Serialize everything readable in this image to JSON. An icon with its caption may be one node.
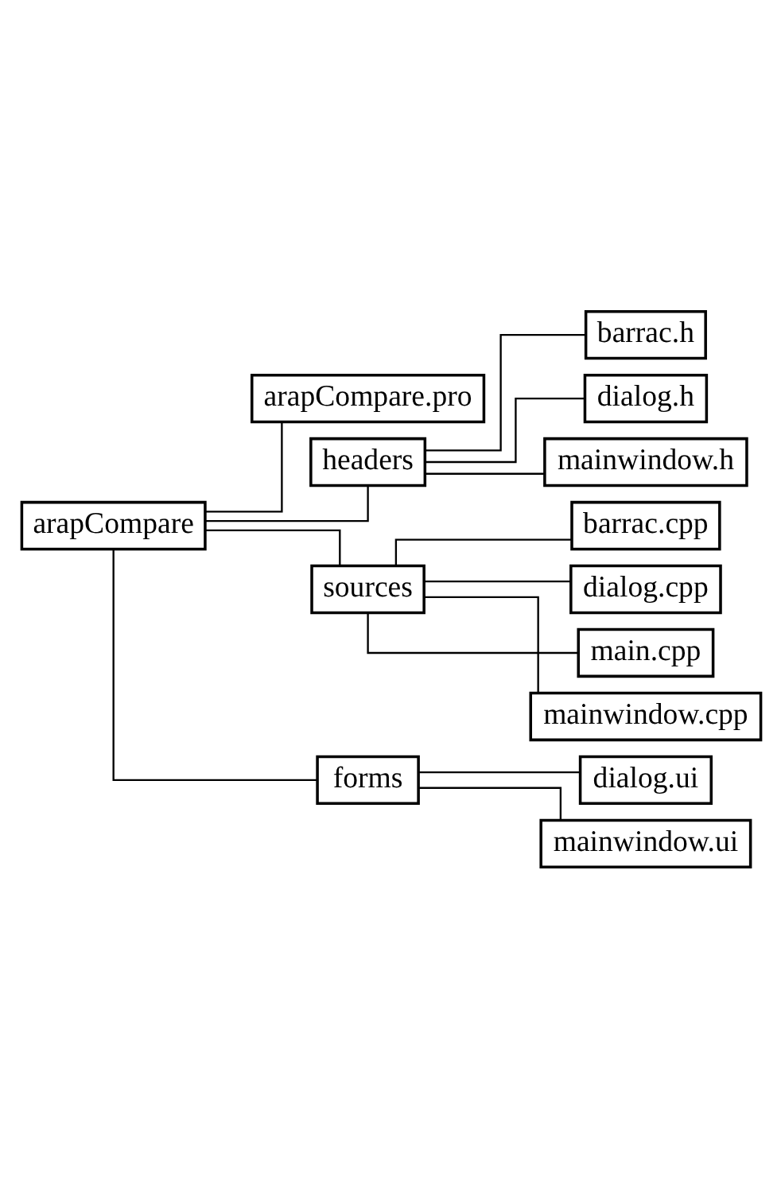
{
  "diagram": {
    "nodes": [
      {
        "text": [
          "arapCompare"
        ]
      },
      {
        "text": [
          "arapCompare.pro"
        ]
      },
      {
        "text": [
          "headers"
        ]
      },
      {
        "text": [
          "barrac.h"
        ]
      },
      {
        "text": [
          "dialog.h"
        ]
      },
      {
        "text": [
          "mainwindow.h"
        ]
      },
      {
        "text": [
          "sources"
        ]
      },
      {
        "text": [
          "barrac.cpp"
        ]
      },
      {
        "text": [
          "dialog.cpp"
        ]
      },
      {
        "text": [
          "main.cpp"
        ]
      },
      {
        "text": [
          "mainwindow.cpp"
        ]
      },
      {
        "text": [
          "forms"
        ]
      },
      {
        "text": [
          "dialog.ui"
        ]
      },
      {
        "text": [
          "mainwindow.ui"
        ]
      }
    ],
    "edges": [
      {
        "from": 0,
        "to": 1,
        "arrow": "none"
      },
      {
        "from": 0,
        "to": 2,
        "arrow": "none"
      },
      {
        "from": 2,
        "to": 3,
        "arrow": "none"
      },
      {
        "from": 2,
        "to": 4,
        "arrow": "none"
      },
      {
        "from": 2,
        "to": 5,
        "arrow": "none"
      },
      {
        "from": 0,
        "to": 6,
        "arrow": "none"
      },
      {
        "from": 6,
        "to": 7,
        "arrow": "none"
      },
      {
        "from": 6,
        "to": 8,
        "arrow": "none"
      },
      {
        "from": 6,
        "to": 9,
        "arrow": "none"
      },
      {
        "from": 6,
        "to": 10,
        "arrow": "none"
      },
      {
        "from": 0,
        "to": 11,
        "arrow": "none"
      },
      {
        "from": 11,
        "to": 12,
        "arrow": "none"
      },
      {
        "from": 11,
        "to": 13,
        "arrow": "none"
      }
    ]
  }
}
